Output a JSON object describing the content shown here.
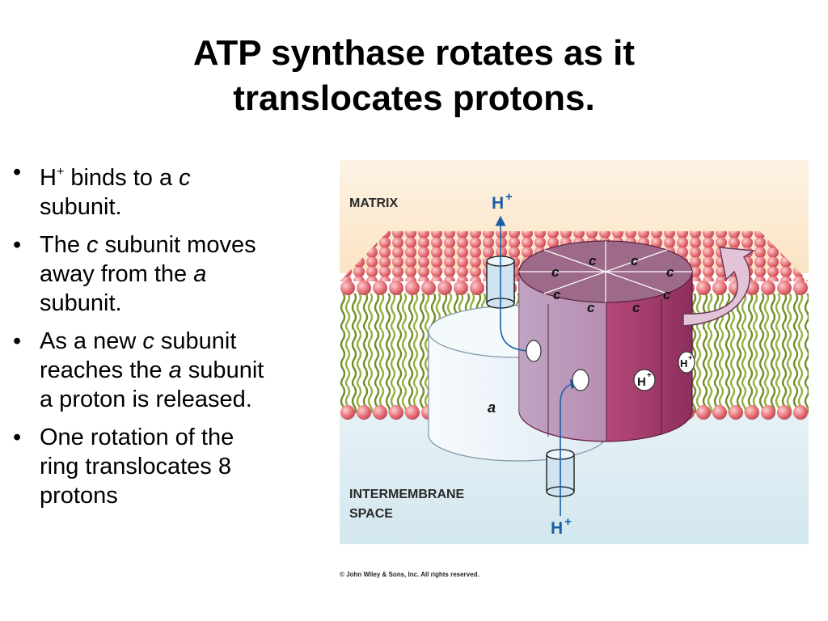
{
  "title": {
    "line1": "ATP synthase rotates as it",
    "line2": "translocates protons."
  },
  "bullets": [
    {
      "l1a": "H",
      "l1sup": "+",
      "l1b": " binds to a ",
      "l1em": "c",
      "l2": "subunit."
    },
    {
      "l1a": "The ",
      "l1em": "c",
      "l1b": " subunit moves",
      "l2a": "away from the ",
      "l2em": "a",
      "l3": "subunit."
    },
    {
      "l1a": "As a new ",
      "l1em": "c",
      "l1b": " subunit",
      "l2a": "reaches the ",
      "l2em": "a",
      "l2b": " subunit",
      "l3": "a proton is released."
    },
    {
      "l1": "One rotation of the",
      "l2": "ring translocates 8",
      "l3": "protons"
    }
  ],
  "figure": {
    "matrix_label": "MATRIX",
    "intermembrane_line1": "INTERMEMBRANE",
    "intermembrane_line2": "SPACE",
    "h": "H",
    "plus": "+",
    "a_label": "a",
    "c_label": "c",
    "colors": {
      "matrix_top": "#fbe3c4",
      "ims_bg": "#dcecf2",
      "lipid_head": "#e8737a",
      "lipid_tail": "#6f8f2a",
      "c_ring_top": "#9d6a8a",
      "c_ring_side": "#b5497a",
      "a_subunit": "#e8f2f8",
      "arrow": "#d9b4cd",
      "proton_blue": "#1a5ea8"
    }
  },
  "copyright": "© John Wiley & Sons, Inc. All rights reserved."
}
